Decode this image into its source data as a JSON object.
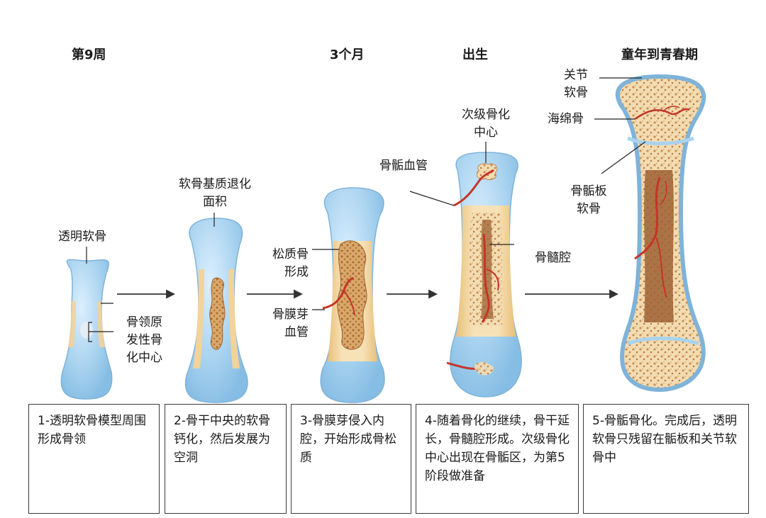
{
  "stage_headers": [
    "第9周",
    "3个月",
    "出生",
    "童年到青春期"
  ],
  "labels": {
    "hyaline_cartilage": "透明软骨",
    "bone_collar_primary_1": "骨领原",
    "bone_collar_primary_2": "发性骨",
    "bone_collar_primary_3": "化中心",
    "cartilage_degeneration_1": "软骨基质退化",
    "cartilage_degeneration_2": "面积",
    "spongy_bone_1": "松质骨",
    "spongy_bone_2": "形成",
    "periosteal_bud_1": "骨膜芽",
    "periosteal_bud_2": "血管",
    "epiphyseal_vessel": "骨骺血管",
    "secondary_center_1": "次级骨化",
    "secondary_center_2": "中心",
    "medullary_cavity": "骨髓腔",
    "articular_cartilage_1": "关节",
    "articular_cartilage_2": "软骨",
    "spongy_bone_adult": "海绵骨",
    "epiphyseal_plate_1": "骨骺板",
    "epiphyseal_plate_2": "软骨"
  },
  "steps": [
    "1-透明软骨模型周围形成骨领",
    "2-骨干中央的软骨钙化，然后发展为空洞",
    "3-骨膜芽侵入内腔，开始形成骨松质",
    "4-随着骨化的继续，骨干延长，骨髓腔形成。次级骨化中心出现在骨骺区，为第5阶段做准备",
    "5-骨骺骨化。完成后，透明软骨只残留在骺板和关节软骨中"
  ],
  "colors": {
    "cartilage": "#a9d3ef",
    "cartilage_edge": "#7fb3d9",
    "bone_collar": "#f1d39b",
    "spongy": "#d9a86a",
    "marrow": "#9e6232",
    "vessel": "#c4352a",
    "arrow": "#333333"
  }
}
